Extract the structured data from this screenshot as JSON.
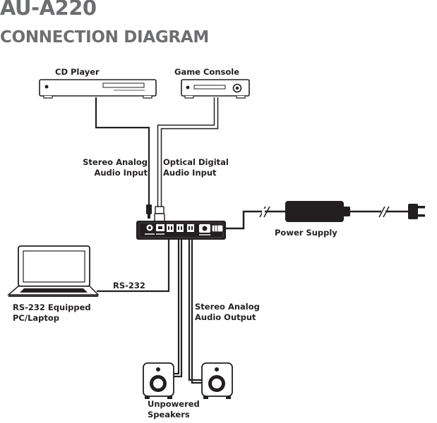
{
  "header": {
    "model": "AU-A220",
    "title": "CONNECTION DIAGRAM"
  },
  "labels": {
    "cd_player": "CD Player",
    "game_console": "Game Console",
    "stereo_input_1": "Stereo Analog",
    "stereo_input_2": "Audio Input",
    "optical_input_1": "Optical Digital",
    "optical_input_2": "Audio Input",
    "power_supply": "Power Supply",
    "rs232": "RS-232",
    "laptop_1": "RS-232 Equipped",
    "laptop_2": "PC/Laptop",
    "stereo_output_1": "Stereo Analog",
    "stereo_output_2": "Audio Output",
    "speakers_1": "Unpowered",
    "speakers_2": "Speakers"
  },
  "colors": {
    "title": "#6d6e70",
    "line": "#231f20",
    "device_fill": "#ffffff"
  }
}
